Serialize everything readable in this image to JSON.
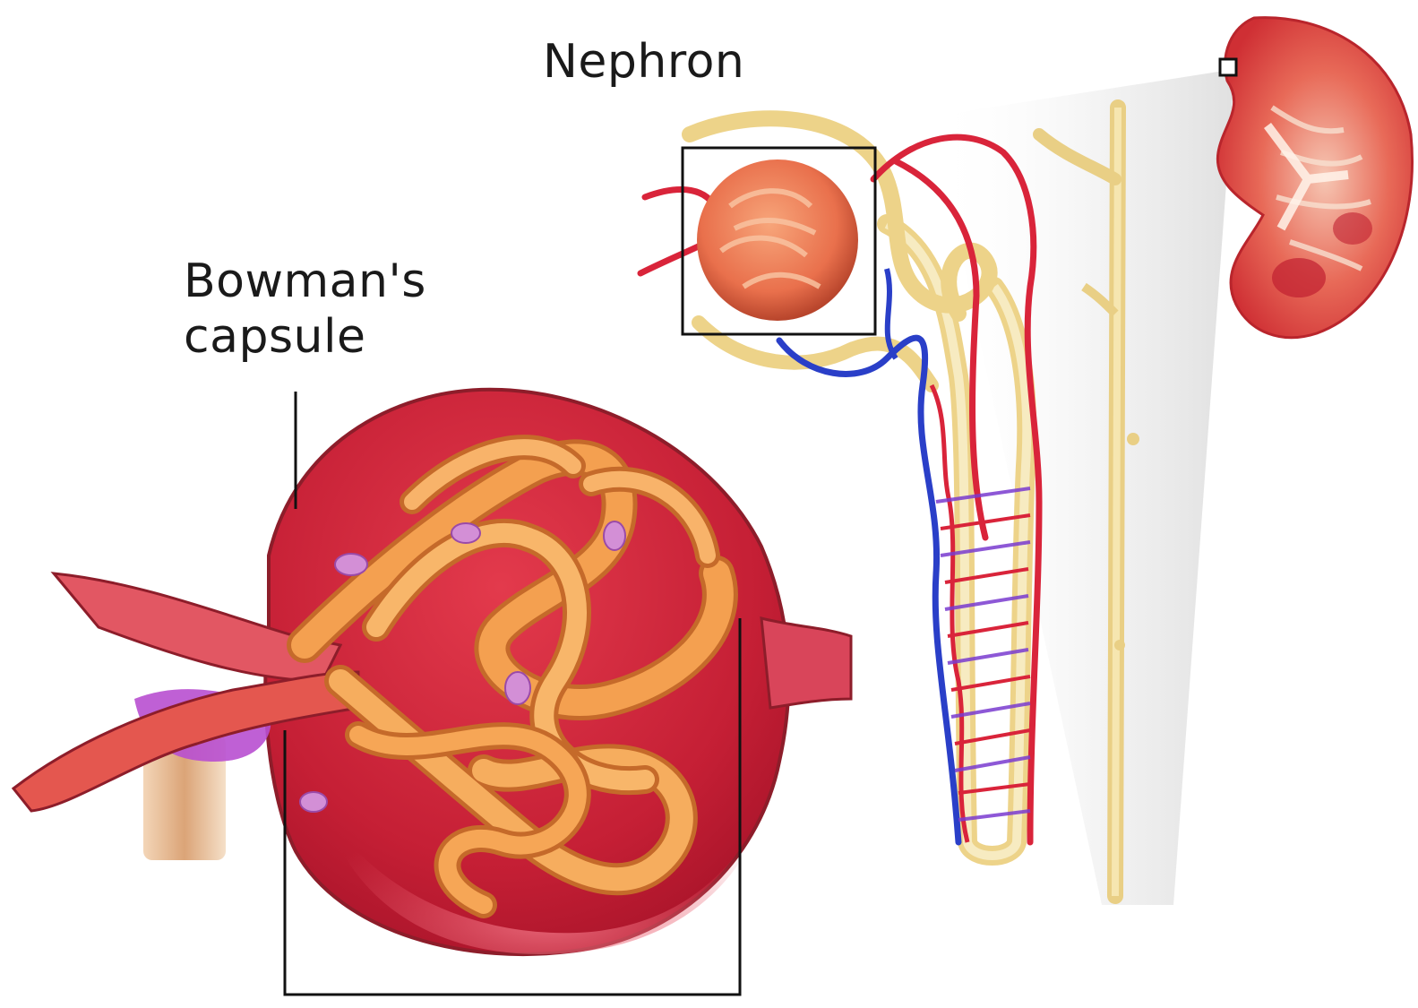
{
  "labels": {
    "nephron": "Nephron",
    "bowmans_capsule_line1": "Bowman's",
    "bowmans_capsule_line2": "capsule"
  },
  "colors": {
    "artery_red": "#d9243a",
    "vein_blue": "#2a3fc8",
    "tubule_yellow": "#f0d98a",
    "capillary_orange": "#f4a050",
    "capsule_crimson": "#c8213a",
    "juxtaglomerular_purple": "#b84fd0",
    "kidney_cortex": "#e2483f",
    "leader_line": "#111111"
  },
  "icons": [
    "kidney-illustration",
    "nephron-illustration",
    "glomerulus-illustration"
  ]
}
